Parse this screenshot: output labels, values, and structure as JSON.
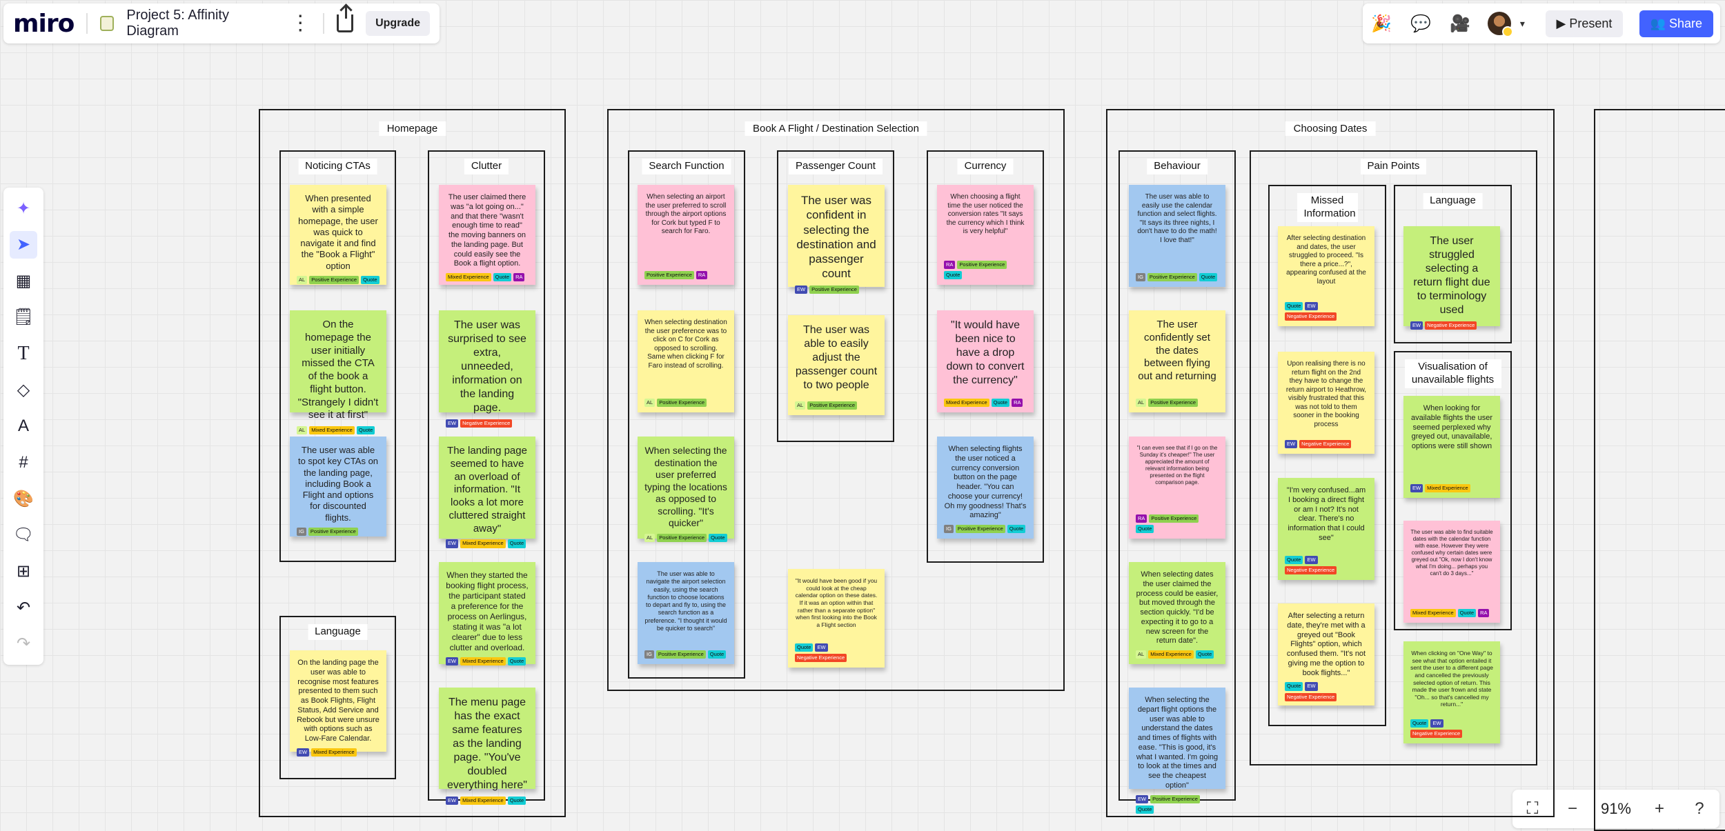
{
  "app": {
    "logo": "miro",
    "board_title": "Project 5: Affinity Diagram",
    "upgrade": "Upgrade",
    "present": "Present",
    "share": "Share",
    "zoom": "91%"
  },
  "tag_colors": {
    "Positive Experience": "#8fd14f",
    "Negative Experience": "#f24726",
    "Mixed Experience": "#fac710",
    "Quote": "#12cdd4",
    "AL": "#d5f692",
    "EW": "#414bb2",
    "RA": "#9510ac",
    "IG": "#808080"
  },
  "frames": {
    "homepage": {
      "title": "Homepage"
    },
    "book": {
      "title": "Book A Flight / Destination Selection"
    },
    "dates": {
      "title": "Choosing Dates"
    }
  },
  "columns": {
    "noticing": {
      "title": "Noticing CTAs"
    },
    "clutter": {
      "title": "Clutter"
    },
    "hp_language": {
      "title": "Language"
    },
    "search": {
      "title": "Search Function"
    },
    "passenger": {
      "title": "Passenger Count"
    },
    "currency": {
      "title": "Currency"
    },
    "behaviour": {
      "title": "Behaviour"
    },
    "pain": {
      "title": "Pain Points"
    },
    "missed": {
      "title": "Missed Information"
    },
    "pp_language": {
      "title": "Language"
    },
    "visual": {
      "title": "Visualisation of unavailable flights"
    }
  },
  "notes": [
    {
      "id": "n1",
      "text": "When presented with a simple homepage, the user was quick to navigate it and find the \"Book a Flight\" option",
      "tags": [
        "AL",
        "Positive Experience",
        "Quote"
      ]
    },
    {
      "id": "n2",
      "text": "On the homepage the user initially missed the CTA of the book a flight button. \"Strangely I didn't see it at first\"",
      "tags": [
        "AL",
        "Mixed Experience",
        "Quote"
      ]
    },
    {
      "id": "n3",
      "text": "The user was able to spot key CTAs on the landing page, including Book a Flight and options for discounted flights.",
      "tags": [
        "IG",
        "Positive Experience"
      ]
    },
    {
      "id": "n4",
      "text": "On the landing page the user was able to recognise most features presented to them such as Book Flights, Flight Status, Add Service and Rebook but were unsure with options such as Low-Fare Calendar.",
      "tags": [
        "EW",
        "Mixed Experience"
      ]
    },
    {
      "id": "n5",
      "text": "The user claimed there was \"a lot going on...\" and that there \"wasn't enough time to read\" the moving banners on the landing page. But could easily see the Book a flight option.",
      "tags": [
        "Mixed Experience",
        "Quote",
        "RA"
      ]
    },
    {
      "id": "n6",
      "text": "The user was surprised to see extra, unneeded, information on the landing page.",
      "tags": [
        "EW",
        "Negative Experience"
      ]
    },
    {
      "id": "n7",
      "text": "The landing page seemed to have an overload of information. \"It looks a lot more cluttered straight away\"",
      "tags": [
        "EW",
        "Mixed Experience",
        "Quote"
      ]
    },
    {
      "id": "n8",
      "text": "When they started the booking flight process, the participant stated a preference for the process on Aerlingus, stating it was \"a lot clearer\" due to less clutter and overload.",
      "tags": [
        "EW",
        "Mixed Experience",
        "Quote"
      ]
    },
    {
      "id": "n9",
      "text": "The menu page has the exact same features as the landing page. \"You've doubled everything here\"",
      "tags": [
        "EW",
        "Mixed Experience",
        "Quote"
      ]
    },
    {
      "id": "n10",
      "text": "When selecting an airport the user preferred to scroll through the airport options for Cork but typed F to search for Faro.",
      "tags": [
        "Positive Experience",
        "RA"
      ]
    },
    {
      "id": "n11",
      "text": "When selecting destination the user preference was to click on C for Cork as opposed to scrolling. Same when clicking F for Faro instead of scrolling.",
      "tags": [
        "AL",
        "Positive Experience"
      ]
    },
    {
      "id": "n12",
      "text": "When selecting the destination the user preferred typing the locations as opposed to scrolling. \"It's quicker\"",
      "tags": [
        "AL",
        "Positive Experience",
        "Quote"
      ]
    },
    {
      "id": "n13",
      "text": "The user was able to navigate the airport selection easily, using the search function to choose locations to depart and fly to, using the search function as a preference. \"I thought it would be quicker to search\"",
      "tags": [
        "IG",
        "Positive Experience",
        "Quote"
      ]
    },
    {
      "id": "n14",
      "text": "The user was confident in selecting the destination and passenger count",
      "tags": [
        "EW",
        "Positive Experience"
      ]
    },
    {
      "id": "n15",
      "text": "The user was able to easily adjust the passenger count to two people",
      "tags": [
        "AL",
        "Positive Experience"
      ]
    },
    {
      "id": "n16",
      "text": "\"It would have been good if you could look at the cheap calendar option on these dates. If it was an option within that rather than a separate option\" when first looking into the Book a Flight section",
      "tags": [
        "Quote",
        "EW",
        "Negative Experience"
      ]
    },
    {
      "id": "n17",
      "text": "When choosing a flight time the user noticed the conversion rates \"It says the currency which I think is very helpful\"",
      "tags": [
        "RA",
        "Positive Experience",
        "Quote"
      ]
    },
    {
      "id": "n18",
      "text": "\"It would have been nice to have a drop down to convert the currency\"",
      "tags": [
        "Mixed Experience",
        "Quote",
        "RA"
      ]
    },
    {
      "id": "n19",
      "text": "When selecting flights the user noticed a currency conversion button on the page header. \"You can choose your currency! Oh my goodness! That's amazing\"",
      "tags": [
        "IG",
        "Positive Experience",
        "Quote"
      ]
    },
    {
      "id": "n20",
      "text": "The user was able to easily use the calendar function and select flights. \"It says its three nights, I don't have to do the math! I love that!\"",
      "tags": [
        "IG",
        "Positive Experience",
        "Quote"
      ]
    },
    {
      "id": "n21",
      "text": "The user confidently set the dates between flying out and returning",
      "tags": [
        "AL",
        "Positive Experience"
      ]
    },
    {
      "id": "n22",
      "text": "\"I can even see that if I go on the Sunday it's cheaper!\" The user appreciated the amount of relevant information being presented on the flight comparison page.",
      "tags": [
        "RA",
        "Positive Experience",
        "Quote"
      ]
    },
    {
      "id": "n23",
      "text": "When selecting dates the user claimed the process could be easier, but moved through the section quickly. \"I'd be expecting it to go to a new screen for the return date\".",
      "tags": [
        "AL",
        "Mixed Experience",
        "Quote"
      ]
    },
    {
      "id": "n24",
      "text": "When selecting the depart flight options the user was able to understand the dates and times of flights with ease. \"This is good, it's what I wanted. I'm going to look at the times and see the cheapest option\"",
      "tags": [
        "EW",
        "Positive Experience",
        "Quote"
      ]
    },
    {
      "id": "n25",
      "text": "After selecting destination and dates, the user struggled to proceed. \"Is there a price...?\", appearing confused at the layout",
      "tags": [
        "Quote",
        "EW",
        "Negative Experience"
      ]
    },
    {
      "id": "n26",
      "text": "Upon realising there is no return flight on the 2nd they have to change the return airport to Heathrow, visibly frustrated that this was not told to them sooner in the booking process",
      "tags": [
        "EW",
        "Negative Experience"
      ]
    },
    {
      "id": "n27",
      "text": "\"I'm very confused...am I booking a direct flight or am I not? It's not clear. There's no information that I could see\"",
      "tags": [
        "Quote",
        "EW",
        "Negative Experience"
      ]
    },
    {
      "id": "n28",
      "text": "After selecting a return date, they're met with a greyed out \"Book Flights\" option, which confused them. \"It's not giving me the option to book flights...\"",
      "tags": [
        "Quote",
        "EW",
        "Negative Experience"
      ]
    },
    {
      "id": "n29",
      "text": "The user struggled selecting a return flight due to terminology used",
      "tags": [
        "EW",
        "Negative Experience"
      ]
    },
    {
      "id": "n30",
      "text": "When looking for available flights the user seemed perplexed why greyed out, unavailable, options were still shown",
      "tags": [
        "EW",
        "Mixed Experience"
      ]
    },
    {
      "id": "n31",
      "text": "The user was able to find suitable dates with the calendar function with ease. However they were confused why certain dates were greyed out \"Ok, now I don't know what I'm doing... perhaps you can't do 3 days...\"",
      "tags": [
        "Mixed Experience",
        "Quote",
        "RA"
      ]
    },
    {
      "id": "n32",
      "text": "When clicking on \"One Way\" to see what that option entailed it sent the user to a different page and cancelled the previously selected option of return. This made the user frown and state \"Oh... so that's cancelled my return...\"",
      "tags": [
        "Quote",
        "EW",
        "Negative Experience"
      ]
    }
  ]
}
